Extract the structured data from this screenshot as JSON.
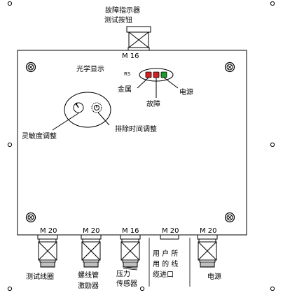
{
  "labels": {
    "top_line1": "故障指示器",
    "top_line2": "测试按钮",
    "top_gland": "M 16",
    "optical": "光学显示",
    "rs": "RS",
    "metal": "金属",
    "power_top": "电源",
    "fault": "故障",
    "sensitivity": "灵敏度调整",
    "clear_time": "排除时间调整",
    "gland1": "M 20",
    "gland2": "M 20",
    "gland3": "M 16",
    "gland4": "M 20",
    "gland5": "M 20",
    "bottom1": "测试线圈",
    "bottom2_line1": "螺线管",
    "bottom2_line2": "激励器",
    "bottom3_line1": "压力",
    "bottom3_line2": "传感器",
    "bottom4_line1": "用 户 所",
    "bottom4_line2": "用 的 线",
    "bottom4_line3": "缆进口",
    "bottom5": "电源"
  },
  "leds": [
    {
      "name": "metal",
      "color": "#d42020"
    },
    {
      "name": "fault",
      "color": "#d42020"
    },
    {
      "name": "power",
      "color": "#1a9a2a"
    }
  ]
}
